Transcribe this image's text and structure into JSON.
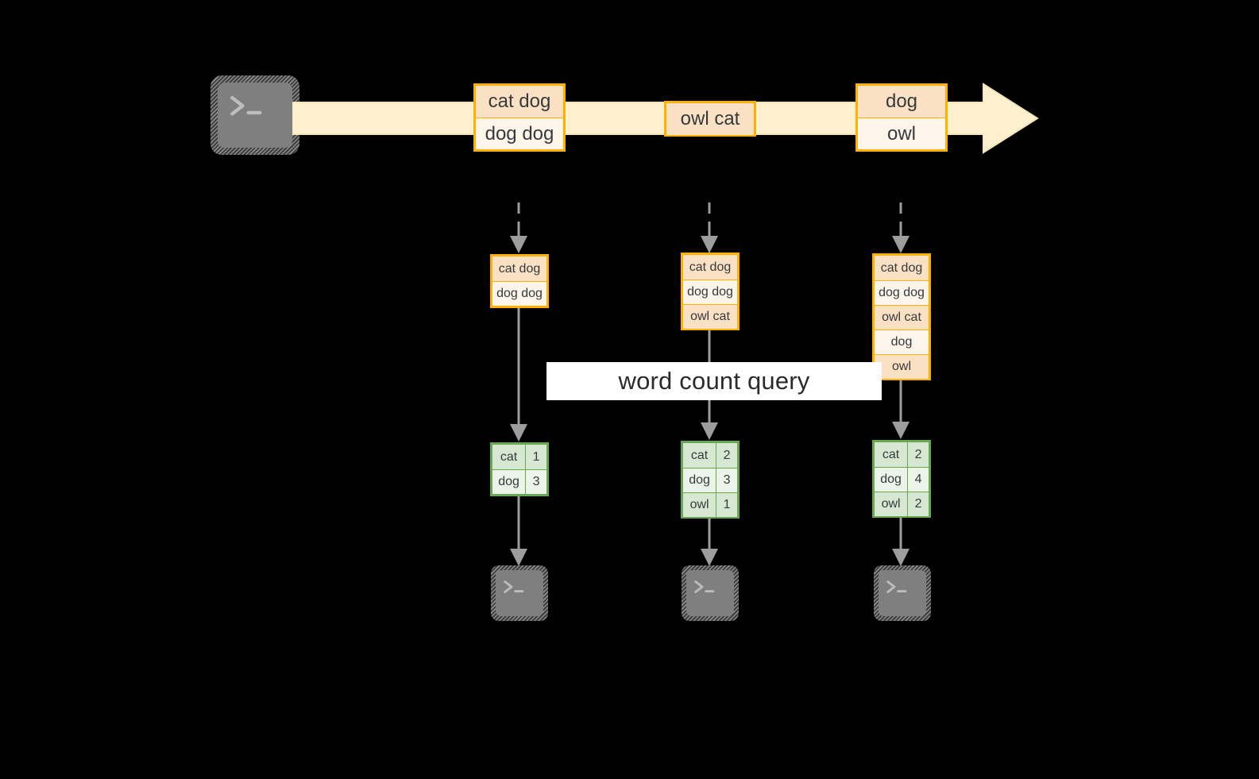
{
  "diagram": {
    "title_label": "word count query",
    "colors": {
      "background": "#000000",
      "stream_fill": "#fdf0cf",
      "stream_stroke": "#f0e0b0",
      "record_border": "#ffb100",
      "record_fill_dark": "#fae1c4",
      "record_fill_light": "#fdf4ea",
      "result_border": "#6aa84f",
      "result_fill_dark": "#d7e8d2",
      "result_fill_light": "#ecf4e9",
      "arrow_gray": "#9d9d9d",
      "terminal_gray": "#7f7f7f",
      "label_bg": "#ffffff",
      "text": "#36393d"
    },
    "source": {
      "icon": "terminal-icon",
      "glyph": ">_"
    },
    "stream": {
      "icon": "right-arrow-stream",
      "records": [
        {
          "id": "batch-1",
          "lines": [
            "cat dog",
            "dog dog"
          ]
        },
        {
          "id": "batch-2",
          "lines": [
            "owl cat"
          ]
        },
        {
          "id": "batch-3",
          "lines": [
            "dog",
            "owl"
          ]
        }
      ]
    },
    "snapshots": [
      {
        "id": "snapshot-1",
        "input_lines": [
          "cat dog",
          "dog dog"
        ],
        "results": [
          {
            "word": "cat",
            "count": "1"
          },
          {
            "word": "dog",
            "count": "3"
          }
        ],
        "sink": {
          "icon": "terminal-icon",
          "glyph": ">_"
        }
      },
      {
        "id": "snapshot-2",
        "input_lines": [
          "cat dog",
          "dog dog",
          "owl cat"
        ],
        "results": [
          {
            "word": "cat",
            "count": "2"
          },
          {
            "word": "dog",
            "count": "3"
          },
          {
            "word": "owl",
            "count": "1"
          }
        ],
        "sink": {
          "icon": "terminal-icon",
          "glyph": ">_"
        }
      },
      {
        "id": "snapshot-3",
        "input_lines": [
          "cat dog",
          "dog dog",
          "owl cat",
          "dog",
          "owl"
        ],
        "results": [
          {
            "word": "cat",
            "count": "2"
          },
          {
            "word": "dog",
            "count": "4"
          },
          {
            "word": "owl",
            "count": "2"
          }
        ],
        "sink": {
          "icon": "terminal-icon",
          "glyph": ">_"
        }
      }
    ]
  }
}
